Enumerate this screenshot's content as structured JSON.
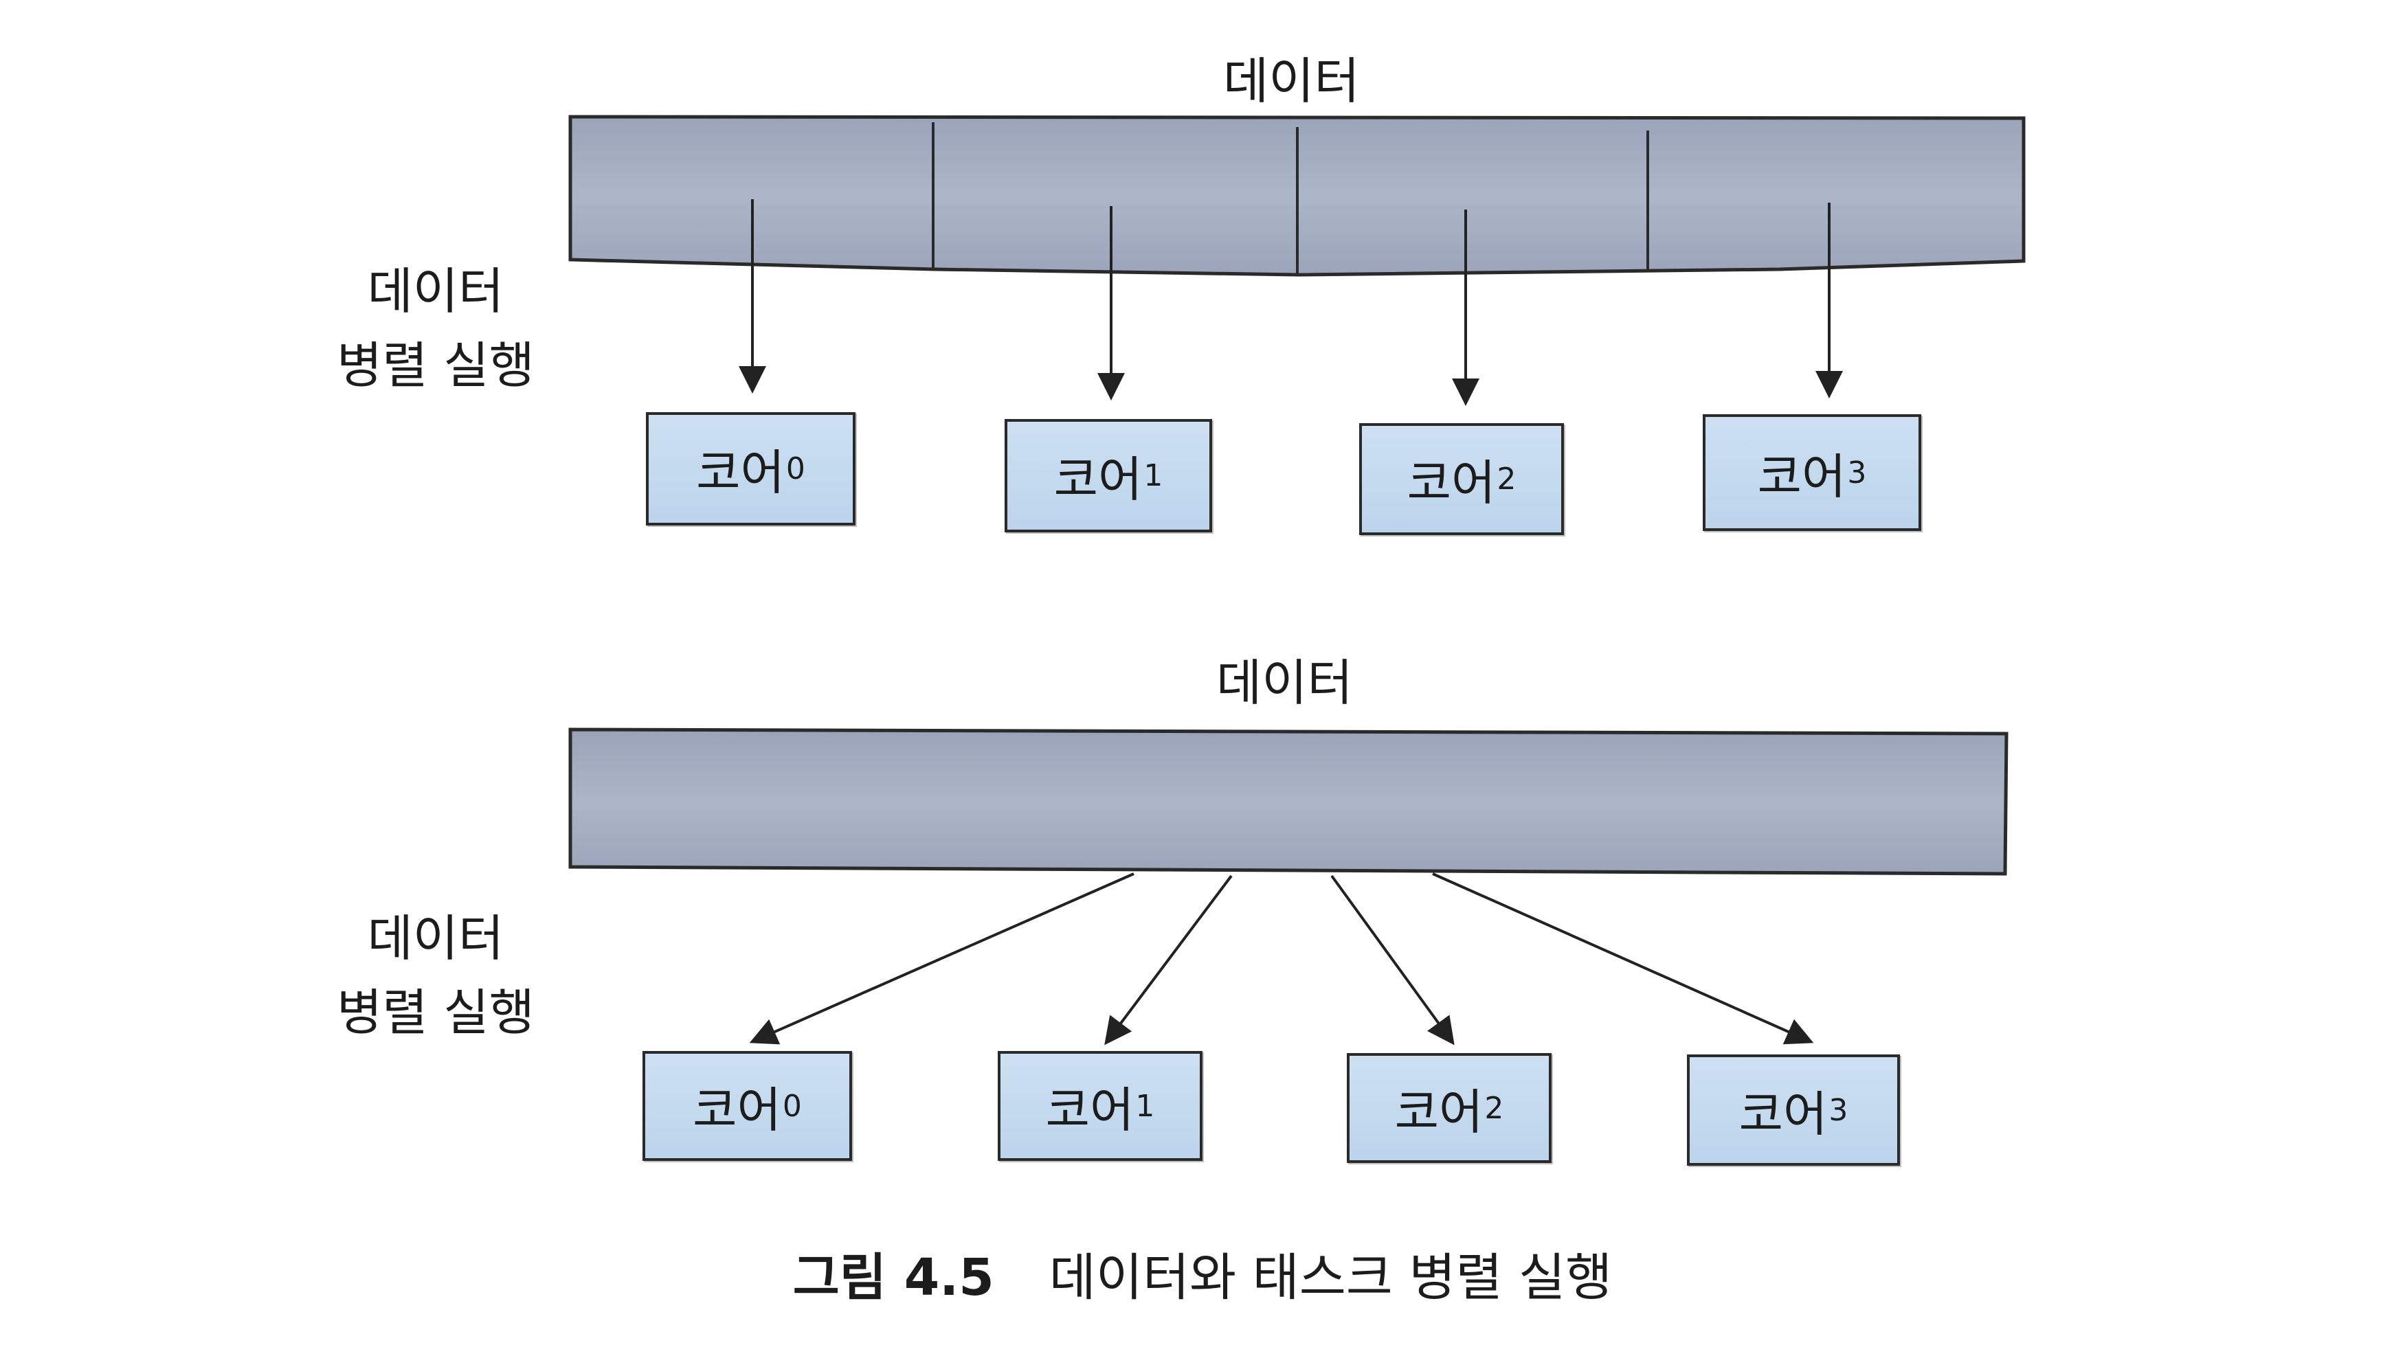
{
  "top": {
    "data_label": "데이터",
    "side_label_line1": "데이터",
    "side_label_line2": "병렬 실행",
    "cores": [
      {
        "name": "코어",
        "sub": "0"
      },
      {
        "name": "코어",
        "sub": "1"
      },
      {
        "name": "코어",
        "sub": "2"
      },
      {
        "name": "코어",
        "sub": "3"
      }
    ]
  },
  "bottom": {
    "data_label": "데이터",
    "side_label_line1": "데이터",
    "side_label_line2": "병렬 실행",
    "cores": [
      {
        "name": "코어",
        "sub": "0"
      },
      {
        "name": "코어",
        "sub": "1"
      },
      {
        "name": "코어",
        "sub": "2"
      },
      {
        "name": "코어",
        "sub": "3"
      }
    ]
  },
  "caption": {
    "number": "그림 4.5",
    "text": "데이터와 태스크 병렬 실행"
  },
  "colors": {
    "bar_fill": "#a3acc1",
    "core_fill": "#c6dbef",
    "stroke": "#222222"
  }
}
